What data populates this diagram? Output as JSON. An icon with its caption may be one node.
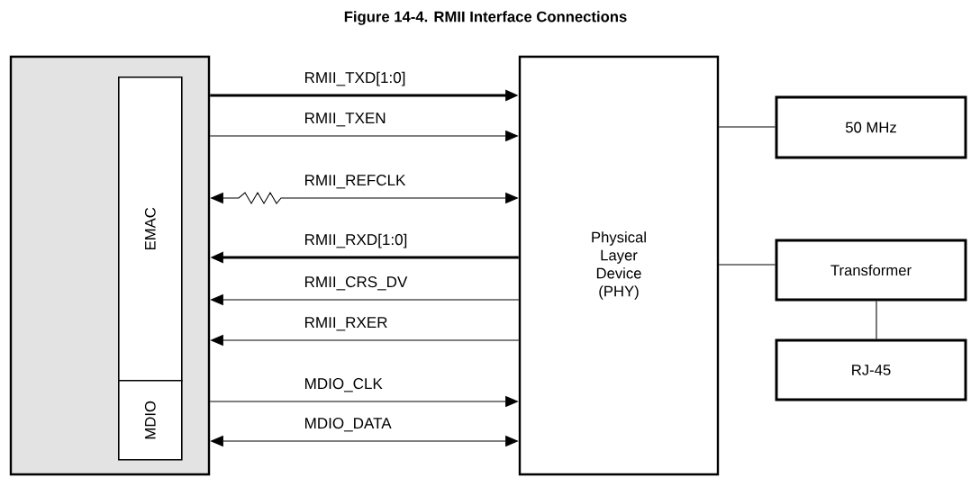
{
  "diagram": {
    "title": "Figure 14-4. RMII Interface Connections",
    "nodes": [
      {
        "text": [],
        "shape": "box"
      },
      {
        "text": [
          "EMAC"
        ],
        "in": 0
      },
      {
        "text": [
          "MDIO"
        ],
        "in": 0
      },
      {
        "text": [
          "Physical Layer Device (PHY)"
        ]
      },
      {
        "text": [
          "50 MHz"
        ]
      },
      {
        "text": [
          "Transformer"
        ]
      },
      {
        "text": [
          "RJ-45"
        ]
      }
    ],
    "edges": [
      {
        "from": 0,
        "to": 3,
        "arrow": "to",
        "label": "RMII_TXD[1:0]",
        "style": "thick"
      },
      {
        "from": 0,
        "to": 3,
        "arrow": "to",
        "label": "RMII_TXEN"
      },
      {
        "from": 0,
        "to": 3,
        "arrow": "both",
        "label": "RMII_REFCLK"
      },
      {
        "from": 3,
        "to": 0,
        "arrow": "to",
        "label": "RMII_RXD[1:0]",
        "style": "thick"
      },
      {
        "from": 3,
        "to": 0,
        "arrow": "to",
        "label": "RMII_CRS_DV"
      },
      {
        "from": 3,
        "to": 0,
        "arrow": "to",
        "label": "RMII_RXER"
      },
      {
        "from": 0,
        "to": 3,
        "arrow": "to",
        "label": "MDIO_CLK"
      },
      {
        "from": 0,
        "to": 3,
        "arrow": "both",
        "label": "MDIO_DATA"
      },
      {
        "from": 3,
        "to": 4,
        "arrow": "none"
      },
      {
        "from": 3,
        "to": 5,
        "arrow": "none"
      },
      {
        "from": 5,
        "to": 6,
        "arrow": "none"
      }
    ]
  }
}
